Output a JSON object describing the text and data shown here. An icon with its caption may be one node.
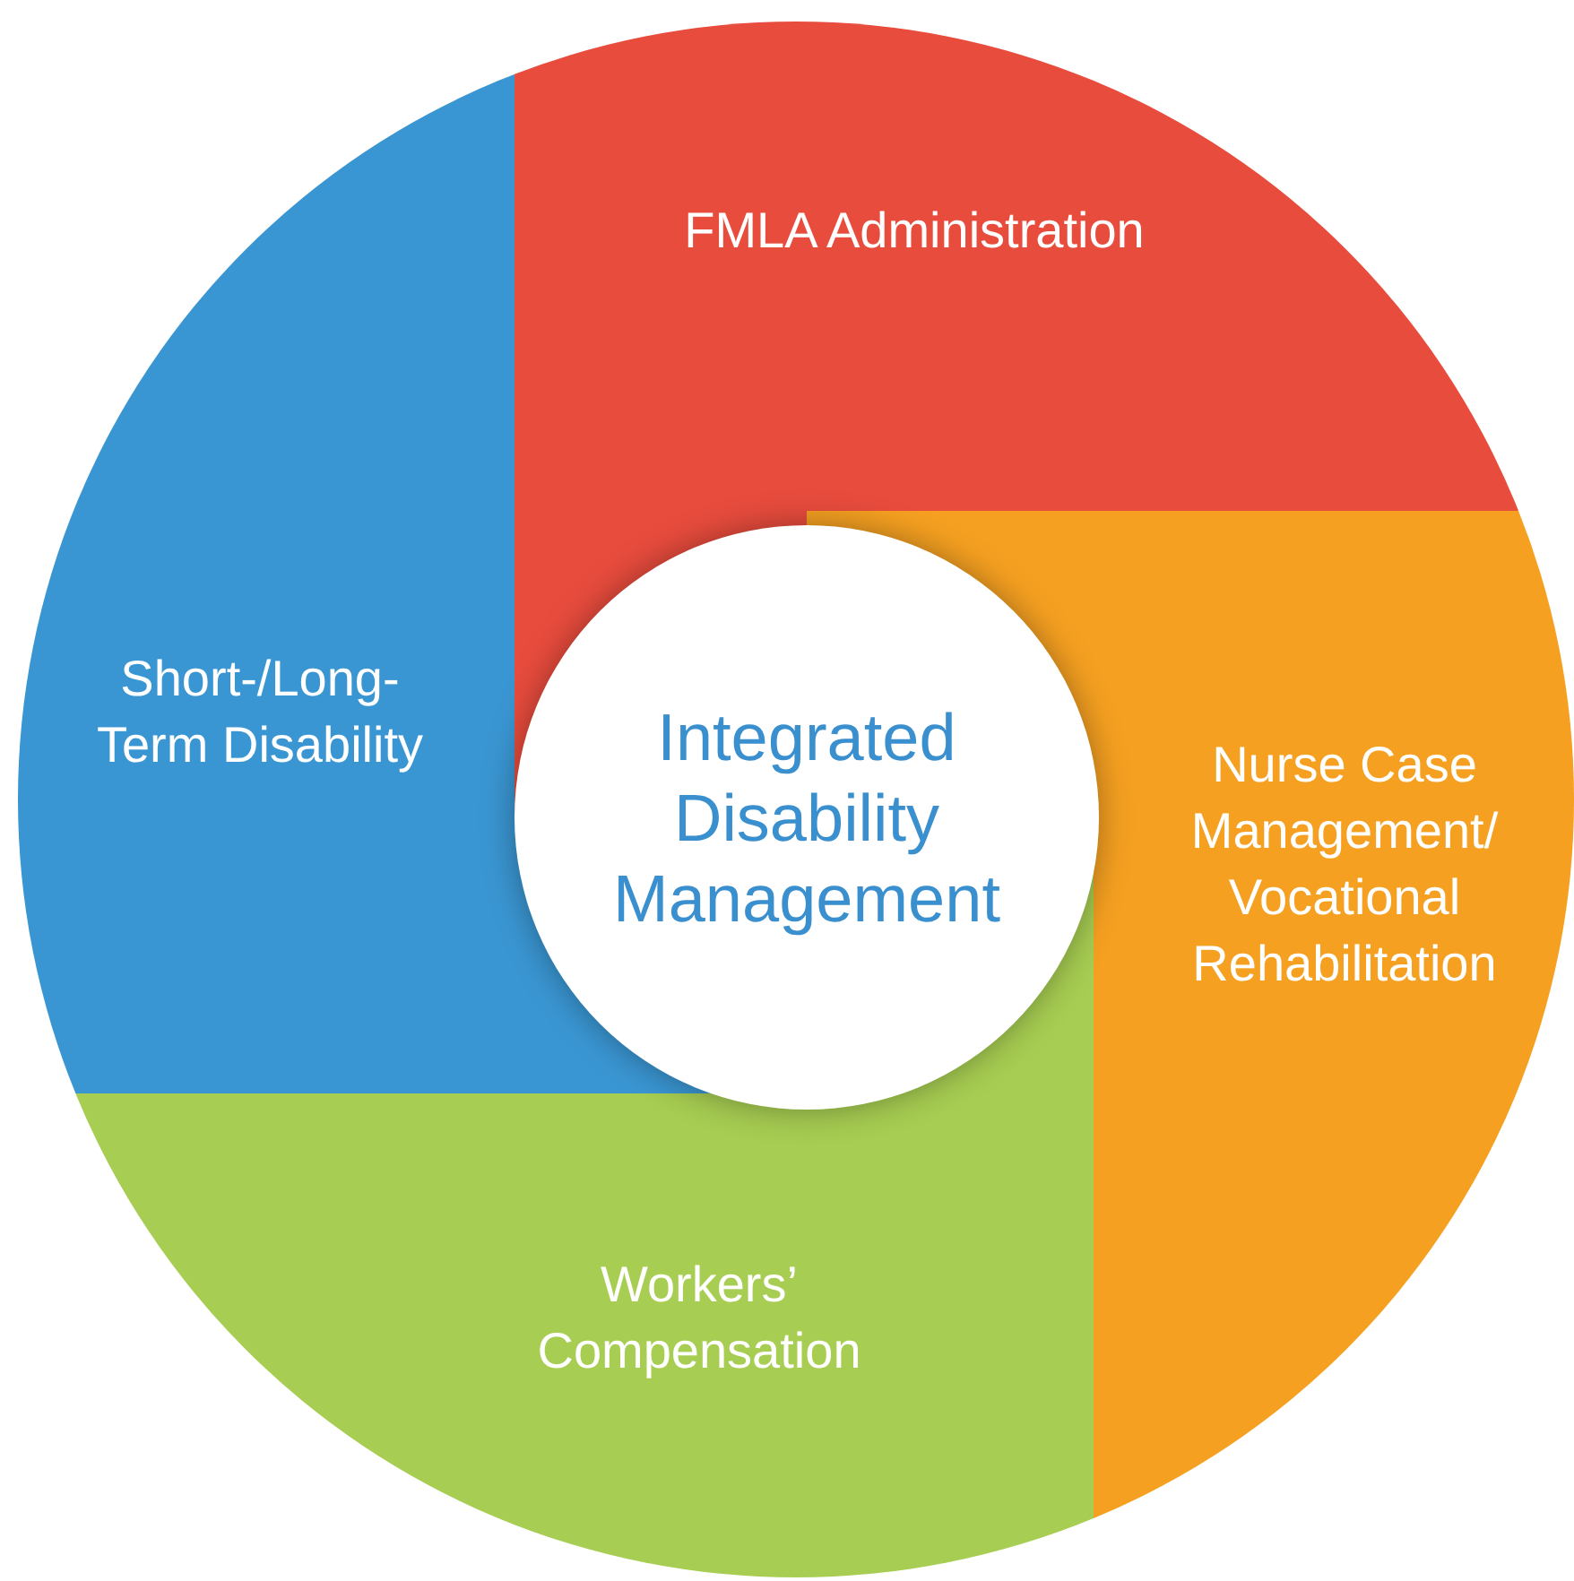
{
  "diagram": {
    "nodes": [
      {
        "text": [
          "FMLA Administration"
        ]
      },
      {
        "text": [
          "Short-/Long-Term Disability"
        ]
      },
      {
        "text": [
          "Integrated Disability Management"
        ]
      },
      {
        "text": [
          "Nurse Case Management/ Vocational Rehabilitation"
        ]
      },
      {
        "text": [
          "Workers’ Compensation"
        ]
      }
    ]
  }
}
